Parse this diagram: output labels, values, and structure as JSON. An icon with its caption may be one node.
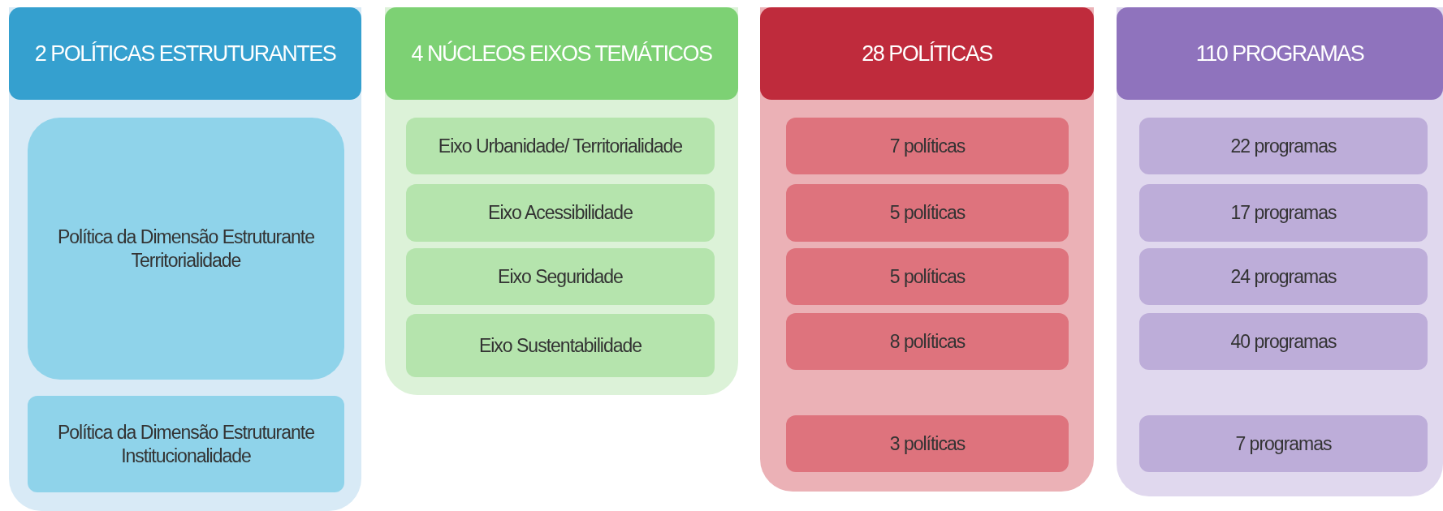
{
  "diagram": {
    "nodes": [
      {
        "text": [
          "2 POLÍTICAS ESTRUTURANTES"
        ]
      },
      {
        "text": [
          "Política da Dimensão Estruturante Territorialidade"
        ],
        "in": 0
      },
      {
        "text": [
          "Política da Dimensão Estruturante Institucionalidade"
        ],
        "in": 0
      },
      {
        "text": [
          "4 NÚCLEOS EIXOS TEMÁTICOS"
        ]
      },
      {
        "text": [
          "Eixo Urbanidade/ Territorialidade"
        ],
        "in": 3
      },
      {
        "text": [
          "Eixo Acessibilidade"
        ],
        "in": 3
      },
      {
        "text": [
          "Eixo Seguridade"
        ],
        "in": 3
      },
      {
        "text": [
          "Eixo Sustentabilidade"
        ],
        "in": 3
      },
      {
        "text": [
          "28 POLÍTICAS"
        ]
      },
      {
        "text": [
          "7 políticas"
        ],
        "in": 8
      },
      {
        "text": [
          "5 políticas"
        ],
        "in": 8
      },
      {
        "text": [
          "5 políticas"
        ],
        "in": 8
      },
      {
        "text": [
          "8 políticas"
        ],
        "in": 8
      },
      {
        "text": [
          "3 políticas"
        ],
        "in": 8
      },
      {
        "text": [
          "110 PROGRAMAS"
        ]
      },
      {
        "text": [
          "22 programas"
        ],
        "in": 14
      },
      {
        "text": [
          "17 programas"
        ],
        "in": 14
      },
      {
        "text": [
          "24 programas"
        ],
        "in": 14
      },
      {
        "text": [
          "40 programas"
        ],
        "in": 14
      },
      {
        "text": [
          "7 programas"
        ],
        "in": 14
      }
    ]
  }
}
